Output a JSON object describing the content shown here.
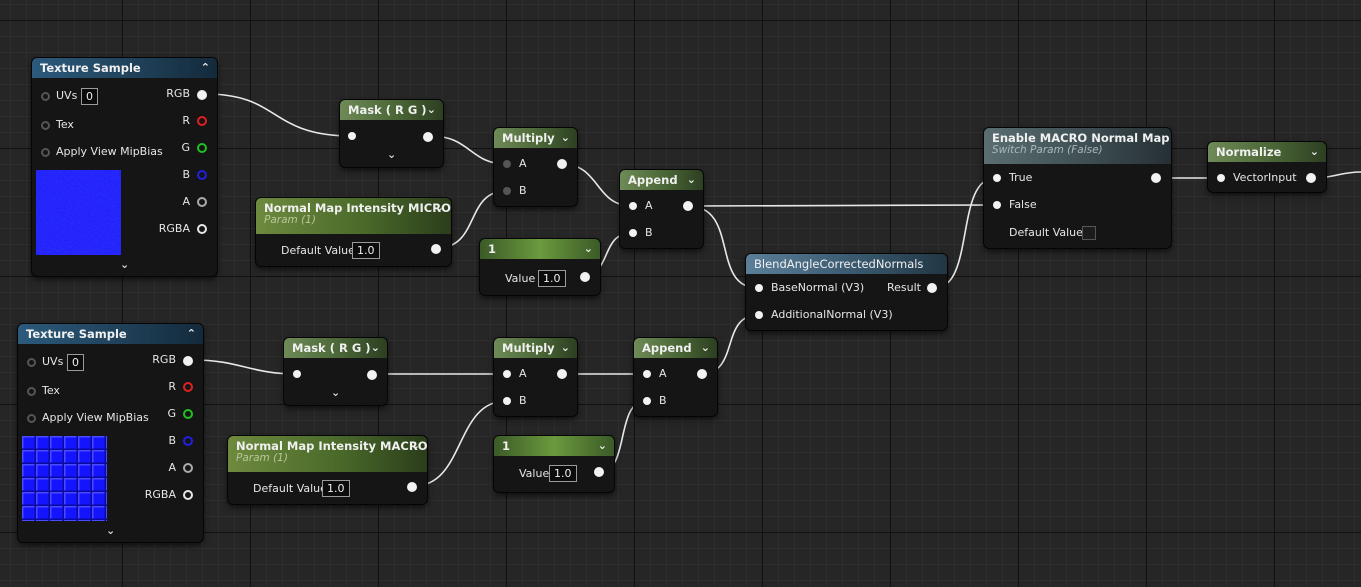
{
  "texture_sample_1": {
    "title": "Texture Sample",
    "uvs_label": "UVs",
    "uvs_value": "0",
    "tex_label": "Tex",
    "mipbias_label": "Apply View MipBias",
    "outputs": [
      "RGB",
      "R",
      "G",
      "B",
      "A",
      "RGBA"
    ]
  },
  "texture_sample_2": {
    "title": "Texture Sample",
    "uvs_label": "UVs",
    "uvs_value": "0",
    "tex_label": "Tex",
    "mipbias_label": "Apply View MipBias",
    "outputs": [
      "RGB",
      "R",
      "G",
      "B",
      "A",
      "RGBA"
    ]
  },
  "mask_1": {
    "title": "Mask ( R G )"
  },
  "mask_2": {
    "title": "Mask ( R G )"
  },
  "multiply_1": {
    "title": "Multiply",
    "in_a": "A",
    "in_b": "B"
  },
  "multiply_2": {
    "title": "Multiply",
    "in_a": "A",
    "in_b": "B"
  },
  "append_1": {
    "title": "Append",
    "in_a": "A",
    "in_b": "B"
  },
  "append_2": {
    "title": "Append",
    "in_a": "A",
    "in_b": "B"
  },
  "param_micro": {
    "title": "Normal Map Intensity MICRO",
    "subtitle": "Param (1)",
    "default_label": "Default Value",
    "default_value": "1.0"
  },
  "param_macro": {
    "title": "Normal Map Intensity MACRO",
    "subtitle": "Param (1)",
    "default_label": "Default Value",
    "default_value": "1.0"
  },
  "const_1": {
    "title": "1",
    "value_label": "Value",
    "value": "1.0"
  },
  "const_2": {
    "title": "1",
    "value_label": "Value",
    "value": "1.0"
  },
  "blend": {
    "title": "BlendAngleCorrectedNormals",
    "in_base": "BaseNormal (V3)",
    "in_additional": "AdditionalNormal (V3)",
    "out_result": "Result"
  },
  "switch": {
    "title": "Enable MACRO Normal Map",
    "subtitle": "Switch Param (False)",
    "in_true": "True",
    "in_false": "False",
    "default_label": "Default Value"
  },
  "normalize": {
    "title": "Normalize",
    "in_vector": "VectorInput"
  },
  "colors": {
    "pin_r": "#e02020",
    "pin_g": "#20c020",
    "pin_b": "#2020e0",
    "texture_blue": "#1a1aff"
  }
}
